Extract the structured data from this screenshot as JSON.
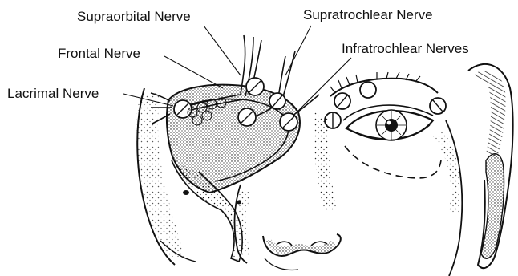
{
  "labels": {
    "supraorbital": "Supraorbital Nerve",
    "supratrochlear": "Supratrochlear Nerve",
    "frontal": "Frontal Nerve",
    "infratrochlear": "Infratrochlear Nerves",
    "lacrimal": "Lacrimal Nerve"
  },
  "colors": {
    "ink": "#111111",
    "background": "#ffffff"
  }
}
